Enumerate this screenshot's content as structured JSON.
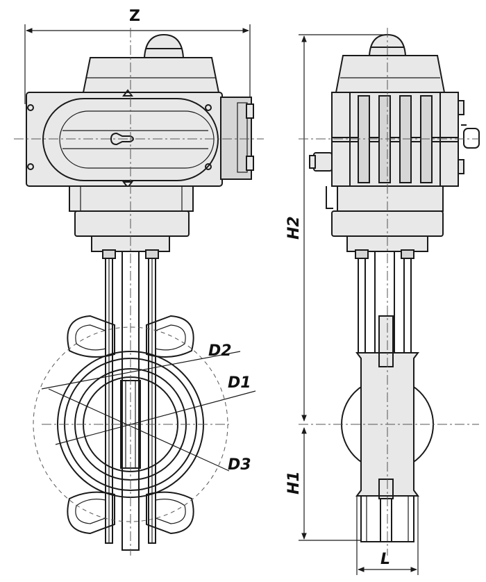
{
  "labels": {
    "z": "Z",
    "h2": "H2",
    "h1": "H1",
    "l": "L",
    "d1": "D1",
    "d2": "D2",
    "d3": "D3"
  },
  "colors": {
    "line": "#1a1a1a",
    "fill": "#e8e8e8",
    "background": "#ffffff"
  }
}
